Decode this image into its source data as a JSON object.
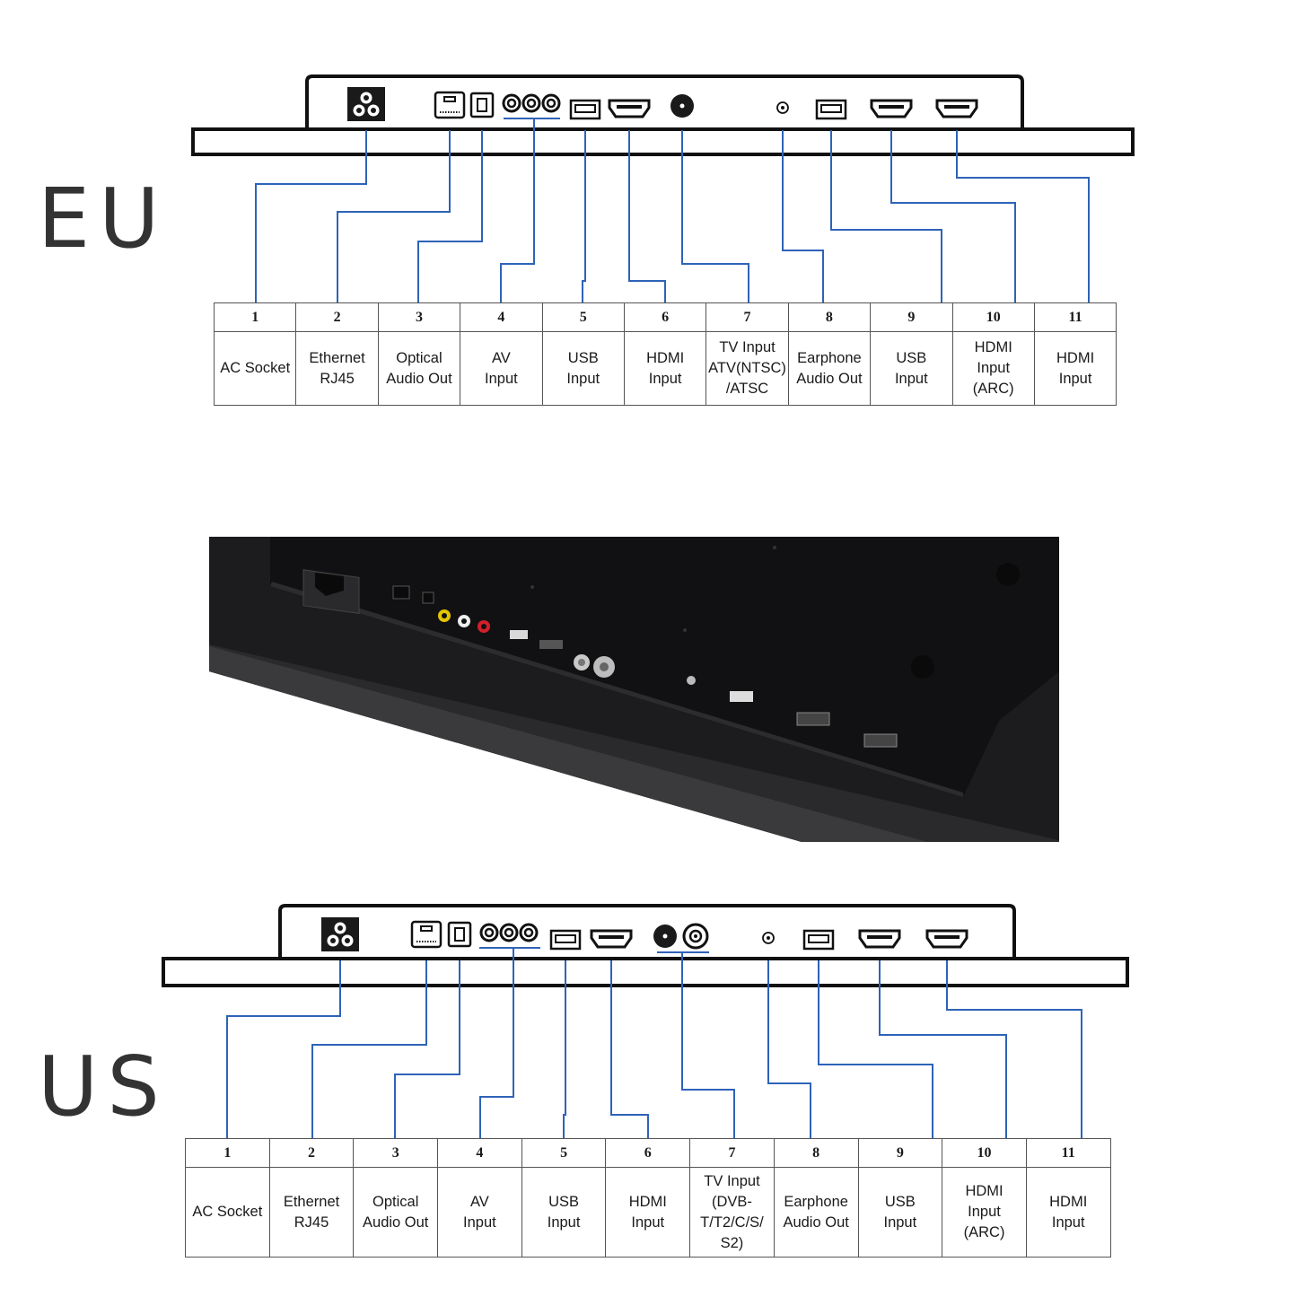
{
  "colors": {
    "leader_line": "#2e63b8",
    "outline": "#111111",
    "photo_bg": "#1c1c1e"
  },
  "eu": {
    "region_label": "EU",
    "ports": [
      {
        "number": "1",
        "lines": [
          "AC Socket"
        ],
        "icon": "ac-socket-icon"
      },
      {
        "number": "2",
        "lines": [
          "Ethernet",
          "RJ45"
        ],
        "icon": "ethernet-icon"
      },
      {
        "number": "3",
        "lines": [
          "Optical",
          "Audio Out"
        ],
        "icon": "optical-icon"
      },
      {
        "number": "4",
        "lines": [
          "AV",
          "Input"
        ],
        "icon": "av-rca-icon"
      },
      {
        "number": "5",
        "lines": [
          "USB",
          "Input"
        ],
        "icon": "usb-icon"
      },
      {
        "number": "6",
        "lines": [
          "HDMI",
          "Input"
        ],
        "icon": "hdmi-icon"
      },
      {
        "number": "7",
        "lines": [
          "TV Input",
          "ATV(NTSC)",
          "/ATSC"
        ],
        "icon": "coax-icon"
      },
      {
        "number": "8",
        "lines": [
          "Earphone",
          "Audio Out"
        ],
        "icon": "earphone-jack-icon"
      },
      {
        "number": "9",
        "lines": [
          "USB",
          "Input"
        ],
        "icon": "usb-icon"
      },
      {
        "number": "10",
        "lines": [
          "HDMI",
          "Input",
          "(ARC)"
        ],
        "icon": "hdmi-icon"
      },
      {
        "number": "11",
        "lines": [
          "HDMI",
          "Input"
        ],
        "icon": "hdmi-icon"
      }
    ]
  },
  "us": {
    "region_label": "US",
    "ports": [
      {
        "number": "1",
        "lines": [
          "AC Socket"
        ],
        "icon": "ac-socket-icon"
      },
      {
        "number": "2",
        "lines": [
          "Ethernet",
          "RJ45"
        ],
        "icon": "ethernet-icon"
      },
      {
        "number": "3",
        "lines": [
          "Optical",
          "Audio Out"
        ],
        "icon": "optical-icon"
      },
      {
        "number": "4",
        "lines": [
          "AV",
          "Input"
        ],
        "icon": "av-rca-icon"
      },
      {
        "number": "5",
        "lines": [
          "USB",
          "Input"
        ],
        "icon": "usb-icon"
      },
      {
        "number": "6",
        "lines": [
          "HDMI",
          "Input"
        ],
        "icon": "hdmi-icon"
      },
      {
        "number": "7",
        "lines": [
          "TV Input",
          "(DVB-",
          "T/T2/C/S/",
          "S2)"
        ],
        "icon": "coax-pair-icon"
      },
      {
        "number": "8",
        "lines": [
          "Earphone",
          "Audio Out"
        ],
        "icon": "earphone-jack-icon"
      },
      {
        "number": "9",
        "lines": [
          "USB",
          "Input"
        ],
        "icon": "usb-icon"
      },
      {
        "number": "10",
        "lines": [
          "HDMI",
          "Input",
          "(ARC)"
        ],
        "icon": "hdmi-icon"
      },
      {
        "number": "11",
        "lines": [
          "HDMI",
          "Input"
        ],
        "icon": "hdmi-icon"
      }
    ]
  }
}
